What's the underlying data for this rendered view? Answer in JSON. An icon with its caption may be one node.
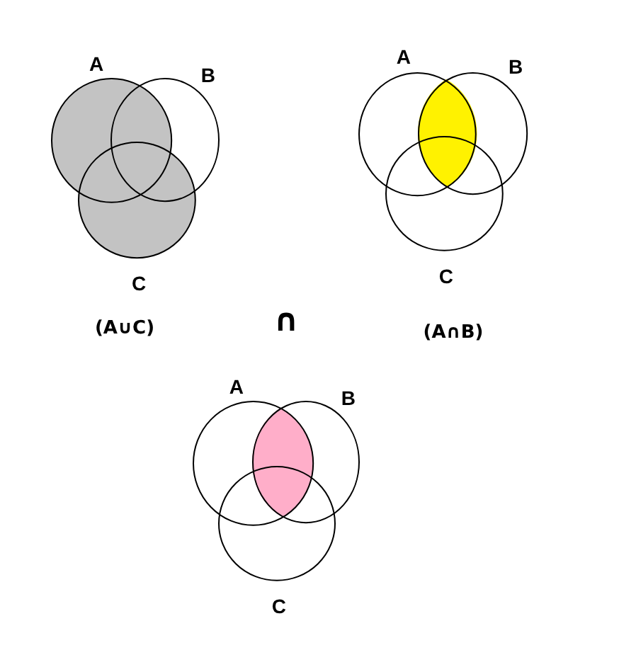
{
  "diagram": {
    "nodes": [
      {
        "text": [
          "A"
        ]
      },
      {
        "text": [
          "B"
        ]
      },
      {
        "text": [
          "C"
        ]
      },
      {
        "text": [
          "A"
        ]
      },
      {
        "text": [
          "B"
        ]
      },
      {
        "text": [
          "C"
        ]
      },
      {
        "text": [
          "A"
        ]
      },
      {
        "text": [
          "B"
        ]
      },
      {
        "text": [
          "C"
        ]
      },
      {
        "text": [],
        "shape": "region"
      },
      {
        "text": [],
        "shape": "lens"
      },
      {
        "text": [],
        "shape": "lens"
      }
    ],
    "labels": [
      "(A∪C)",
      "∩",
      "(A∩B)"
    ]
  }
}
